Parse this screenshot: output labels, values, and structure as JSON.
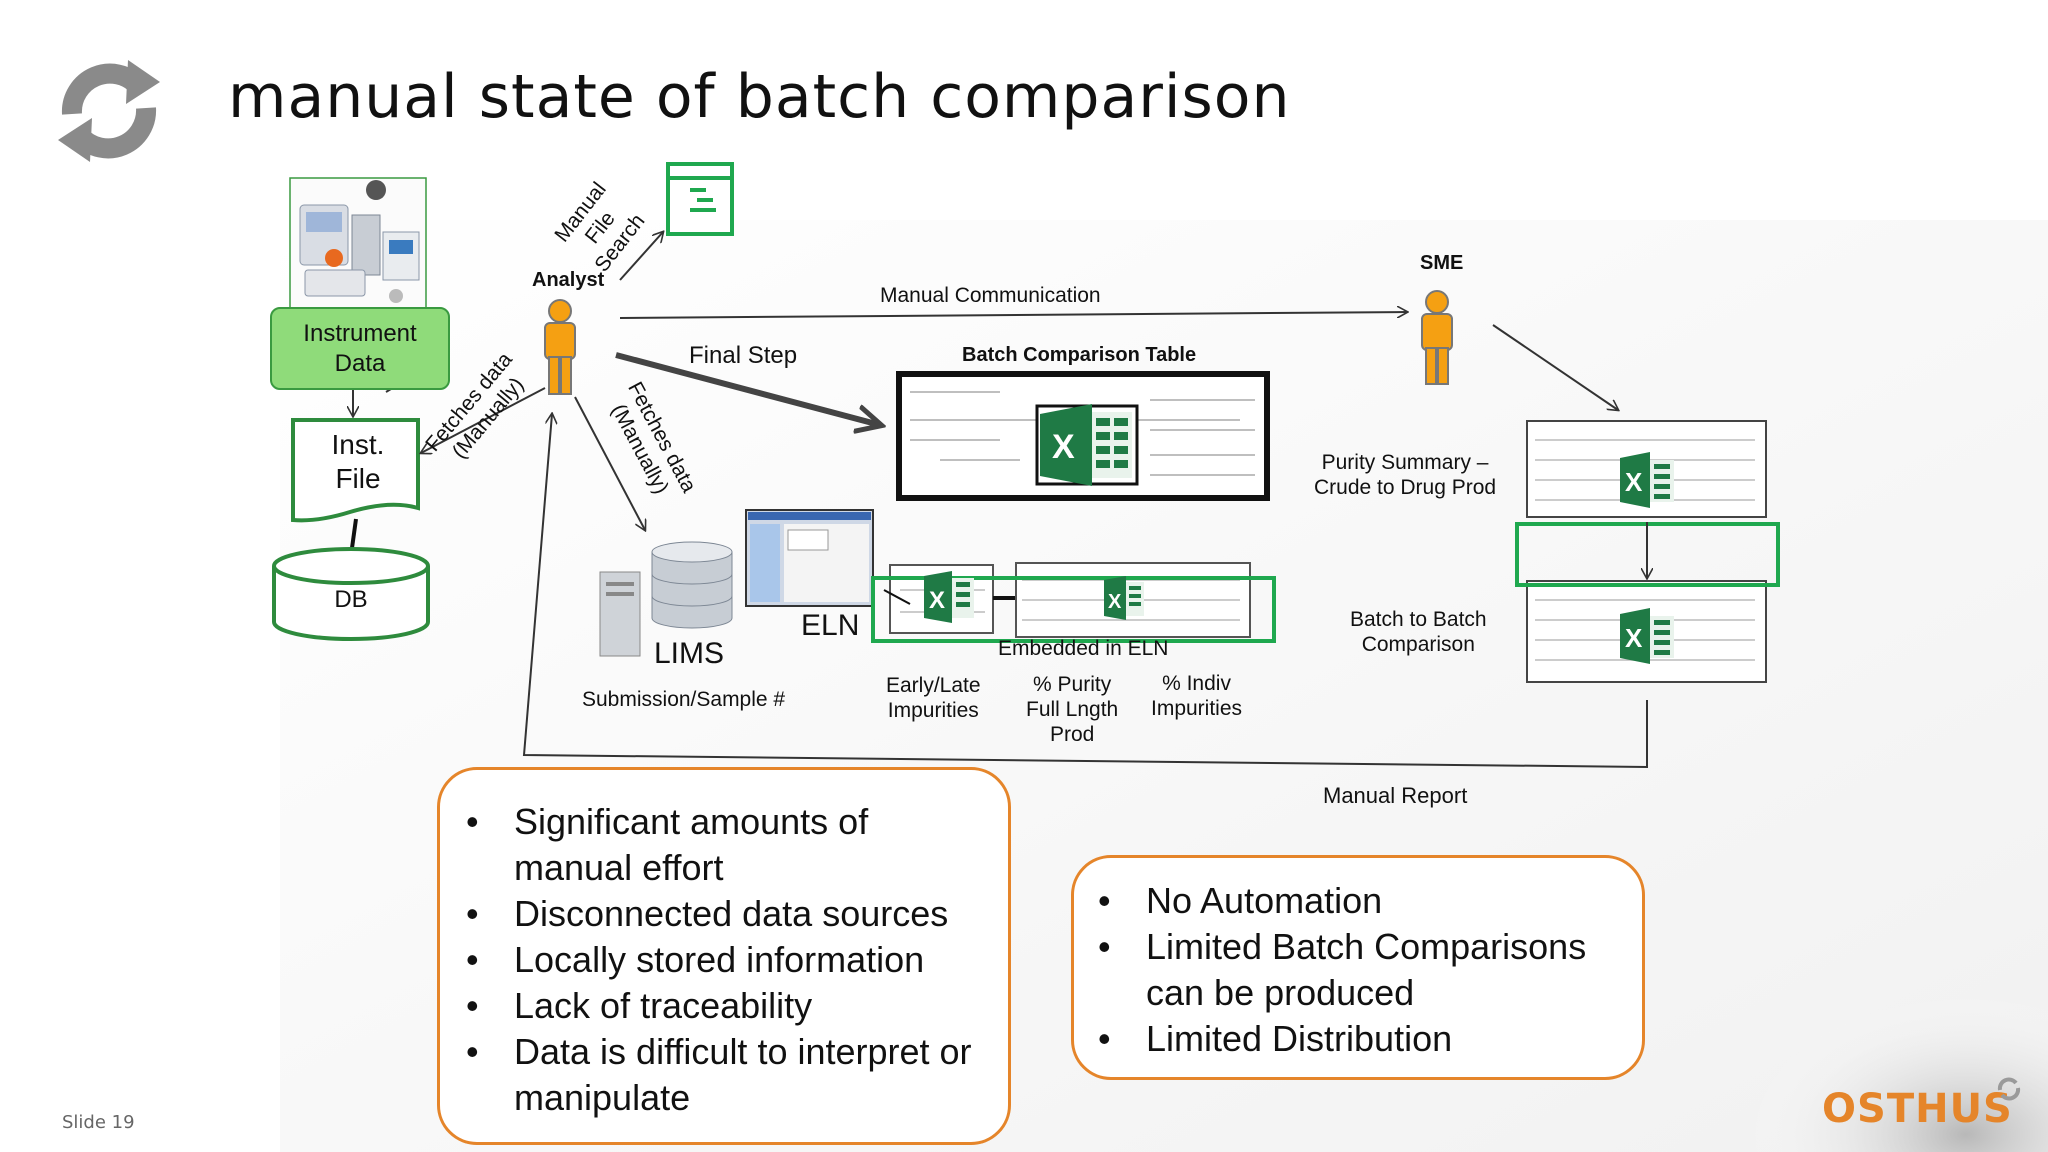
{
  "slide": {
    "title": "manual state of batch comparison",
    "number": "Slide 19",
    "brand": "OSTHUS"
  },
  "labels": {
    "analyst": "Analyst",
    "sme": "SME",
    "manual_file_search": "Manual\nFile\nSearch",
    "manual_communication": "Manual Communication",
    "final_step": "Final Step",
    "batch_comparison_table": "Batch Comparison Table",
    "instrument_data": "Instrument\nData",
    "inst_file": "Inst.\nFile",
    "db": "DB",
    "fetches_data_left": "Fetches data\n(Manually)",
    "fetches_data_right": "Fetches data\n(Manually)",
    "lims": "LIMS",
    "submission": "Submission/Sample #",
    "eln": "ELN",
    "embedded_in_eln": "Embedded in ELN",
    "early_late": "Early/Late\nImpurities",
    "purity_full": "% Purity\nFull Lngth\nProd",
    "indiv_impurities": "% Indiv\nImpurities",
    "purity_summary": "Purity Summary –\nCrude to Drug Prod",
    "batch_to_batch": "Batch to Batch\nComparison",
    "manual_report": "Manual Report"
  },
  "left_bullets": [
    "Significant amounts of manual effort",
    "Disconnected data sources",
    "Locally stored information",
    "Lack of traceability",
    "Data is difficult to interpret or manipulate"
  ],
  "right_bullets": [
    "No Automation",
    "Limited Batch Comparisons can be produced",
    "Limited Distribution"
  ],
  "colors": {
    "accent_orange": "#e5852a",
    "green": "#1fa84f",
    "excel_green": "#1f7a45",
    "person_orange": "#f5a012"
  },
  "icons": [
    "refresh-logo-icon",
    "document-icon",
    "person-icon",
    "excel-icon",
    "database-server-icon",
    "lab-instruments-image"
  ]
}
